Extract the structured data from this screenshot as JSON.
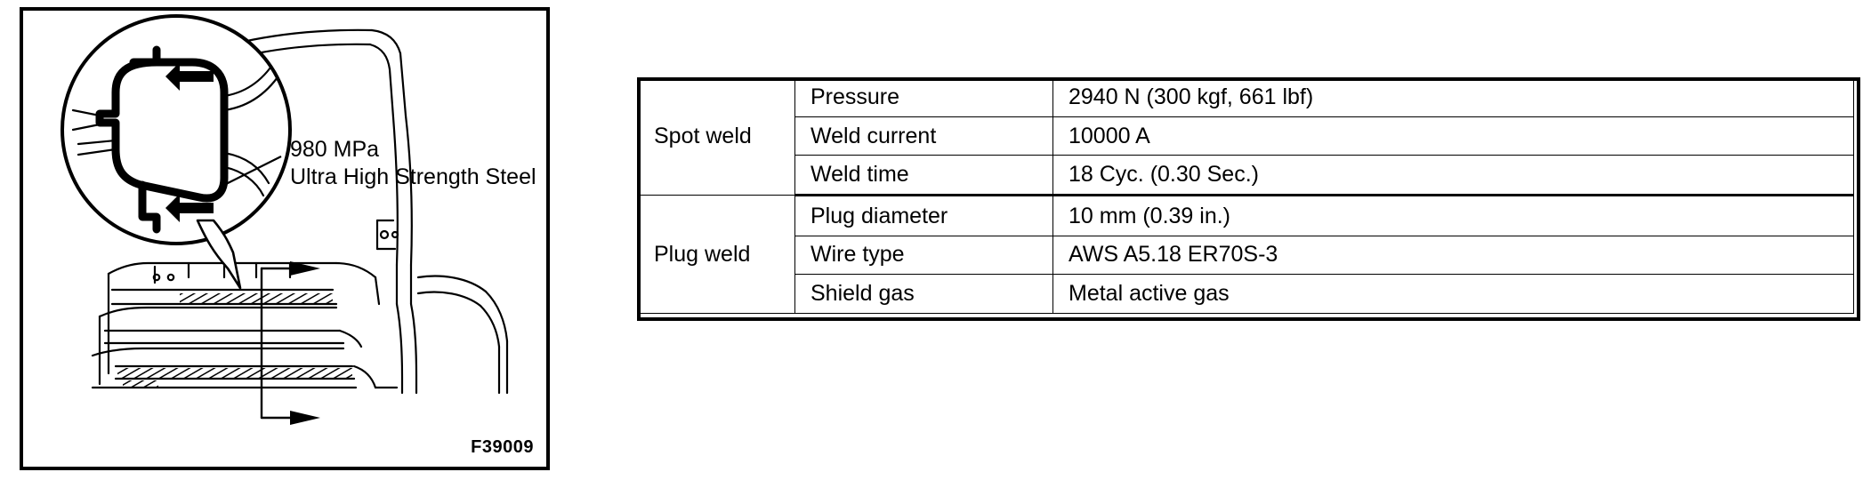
{
  "figure": {
    "code": "F39009",
    "callout_line1": "980 MPa",
    "callout_line2": "Ultra High Strength Steel"
  },
  "spec_table": {
    "columns": [
      "weld_type",
      "parameter",
      "value"
    ],
    "groups": [
      {
        "name": "Spot weld",
        "rows": [
          {
            "parameter": "Pressure",
            "value": "2940 N (300 kgf, 661 lbf)"
          },
          {
            "parameter": "Weld current",
            "value": "10000 A"
          },
          {
            "parameter": "Weld time",
            "value": "18 Cyc. (0.30 Sec.)"
          }
        ]
      },
      {
        "name": "Plug weld",
        "rows": [
          {
            "parameter": "Plug diameter",
            "value": "10 mm (0.39 in.)"
          },
          {
            "parameter": "Wire type",
            "value": "AWS A5.18 ER70S-3"
          },
          {
            "parameter": "Shield gas",
            "value": "Metal active gas"
          }
        ]
      }
    ]
  },
  "colors": {
    "ink": "#000000",
    "paper": "#ffffff",
    "hatch": "#1a1a1a"
  }
}
